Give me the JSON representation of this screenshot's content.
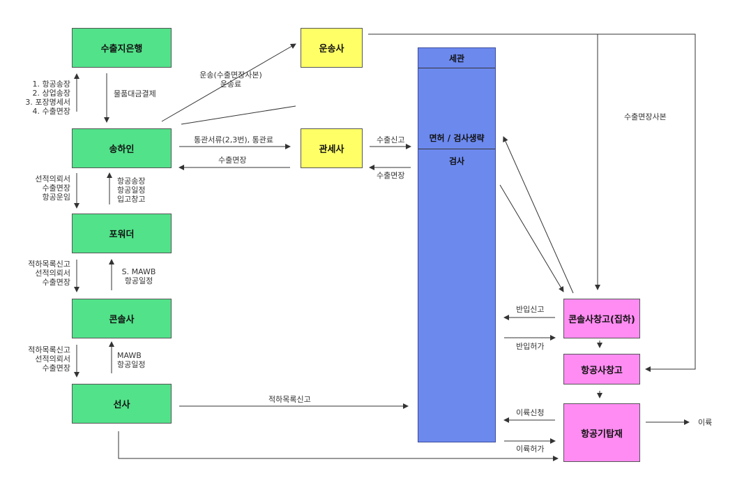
{
  "nodes": {
    "export_bank": "수출지은행",
    "shipper": "송하인",
    "forwarder": "포워더",
    "consolidator": "콘솔사",
    "carrier": "선사",
    "transporter": "운송사",
    "customs_broker": "관세사",
    "consol_warehouse": "콘솔사창고(집하)",
    "airline_warehouse": "항공사창고",
    "aircraft_loading": "항공기탑재"
  },
  "customs": {
    "title": "세관",
    "exemption": "면허 / 검사생략",
    "inspection": "검사"
  },
  "labels": {
    "bank_docs": [
      "1. 항공송장",
      "2. 상업송장",
      "3. 포장명세서",
      "4. 수출면장"
    ],
    "payment": "물품대금결제",
    "transport_docs": [
      "운송(수출면장사본)",
      "운송료"
    ],
    "clearance_docs": "통관서류(2,3번), 통관료",
    "export_license_to_shipper": "수출면장",
    "export_declaration": "수출신고",
    "export_license_from_customs": "수출면장",
    "shipper_to_forwarder": [
      "선적의뢰서",
      "수출면장",
      "항공운임"
    ],
    "forwarder_to_shipper": [
      "항공송장",
      "항공일정",
      "입고창고"
    ],
    "forwarder_to_consol": [
      "적하목록신고",
      "선적의뢰서",
      "수출면장"
    ],
    "consol_to_forwarder": [
      "S. MAWB",
      "항공일정"
    ],
    "consol_to_carrier": [
      "적하목록신고",
      "선적의뢰서",
      "수출면장"
    ],
    "carrier_to_consol": [
      "MAWB",
      "항공일정"
    ],
    "manifest": "적하목록신고",
    "export_license_copy": "수출면장사본",
    "carry_in_report": "반입신고",
    "carry_in_permit": "반입허가",
    "departure_request": "이륙신청",
    "departure_permit": "이륙허가",
    "takeoff": "이륙"
  },
  "colors": {
    "party": "#52e28a",
    "agent": "#ffff66",
    "warehouse": "#ff8cf2",
    "customs": "#6c89ee"
  }
}
